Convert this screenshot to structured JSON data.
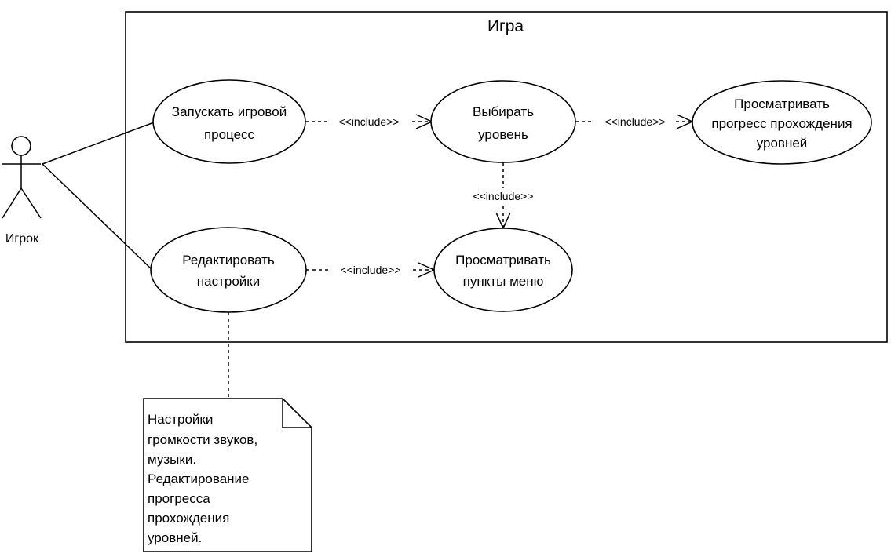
{
  "system": {
    "title": "Игра"
  },
  "actor": {
    "name": "Игрок"
  },
  "use_cases": {
    "launch": [
      "Запускать игровой",
      "процесс"
    ],
    "choose_level": [
      "Выбирать",
      "уровень"
    ],
    "view_progress": [
      "Просматривать",
      "прогресс прохождения",
      "уровней"
    ],
    "edit_settings": [
      "Редактировать",
      "настройки"
    ],
    "view_menu": [
      "Просматривать",
      "пункты меню"
    ]
  },
  "relations": {
    "launch_to_choose": "<<include>>",
    "choose_to_progress": "<<include>>",
    "choose_to_menu": "<<include>>",
    "settings_to_menu": "<<include>>"
  },
  "note": {
    "lines": [
      "Настройки",
      "громкости звуков,",
      "музыки.",
      "Редактирование",
      "прогресса",
      "прохождения",
      "уровней."
    ]
  }
}
